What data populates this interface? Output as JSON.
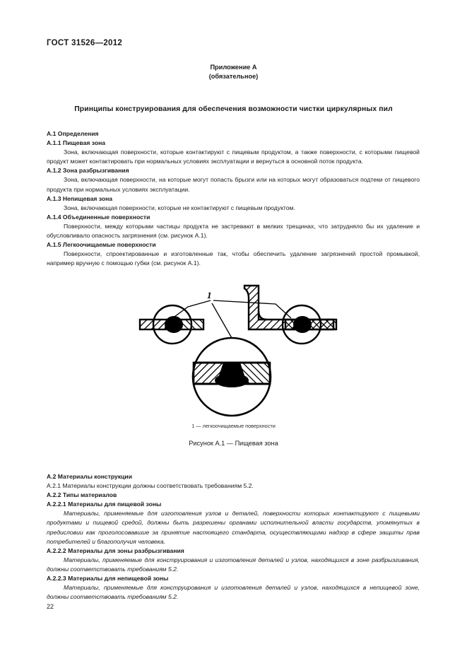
{
  "document": {
    "standard_header": "ГОСТ 31526—2012",
    "page_number": "22"
  },
  "annex": {
    "title": "Приложение А",
    "subtitle": "(обязательное)"
  },
  "main_title": "Принципы конструирования для обеспечения возможности чистки циркулярных пил",
  "section_a1": {
    "heading": "А.1 Определения",
    "items": [
      {
        "heading": "А.1.1 Пищевая зона",
        "text": "Зона, включающая поверхности, которые контактируют с пищевым продуктом, а также поверхности, с которыми пищевой продукт может контактировать при нормальных условиях эксплуатации и вернуться в основной поток продукта."
      },
      {
        "heading": "А.1.2 Зона разбрызгивания",
        "text": "Зона, включающая поверхности, на которые могут попасть брызги или на которых могут образоваться подтеки от пищевого продукта при нормальных условиях эксплуатации."
      },
      {
        "heading": "А.1.3 Непищевая зона",
        "text": "Зона, включающая поверхности, которые не контактируют с пищевым продуктом."
      },
      {
        "heading": "А.1.4 Объединенные поверхности",
        "text": "Поверхности, между которыми частицы продукта не застревают в мелких трещинах, что затрудняло бы их удаление и обусловливало опасность загрязнения (см. рисунок А.1)."
      },
      {
        "heading": "А.1.5 Легкоочищаемые поверхности",
        "text": "Поверхности, спроектированные и изготовленные так, чтобы обеспечить удаление загрязнений простой промывкой, например вручную с помощью губки (см. рисунок А.1)."
      }
    ]
  },
  "figure": {
    "callout_label": "1",
    "key": "1 — легкоочищаемые поверхности",
    "caption": "Рисунок А.1 — Пищевая зона"
  },
  "section_a2": {
    "heading": "А.2 Материалы конструкции",
    "intro": "А.2.1 Материалы конструкции должны соответствовать требованиям 5.2.",
    "subheading": "А.2.2 Типы материалов",
    "items": [
      {
        "heading": "А.2.2.1 Материалы для пищевой зоны",
        "text": "Материалы, применяемые для изготовления узлов и деталей, поверхности которых контактируют с пищевыми продуктами и пищевой средой, должны быть разрешены органами исполнительной власти государств, упомянутых в предисловии как проголосовавшие за принятие настоящего стандарта, осуществляющими надзор в сфере защиты прав потребителей и благополучия человека."
      },
      {
        "heading": "А.2.2.2 Материалы для зоны разбрызгивания",
        "text": "Материалы, применяемые для конструирования и изготовления деталей и узлов, находящихся в зоне разбрызгивания, должны соответствовать требованиям 5.2."
      },
      {
        "heading": "А.2.2.3 Материалы для непищевой зоны",
        "text": "Материалы, применяемые для конструирования и изготовления деталей и узлов, находящихся в непищевой зоне, должны соответствовать требованиям 5.2."
      }
    ]
  },
  "colors": {
    "ink": "#1a1a1a",
    "paper": "#ffffff"
  }
}
